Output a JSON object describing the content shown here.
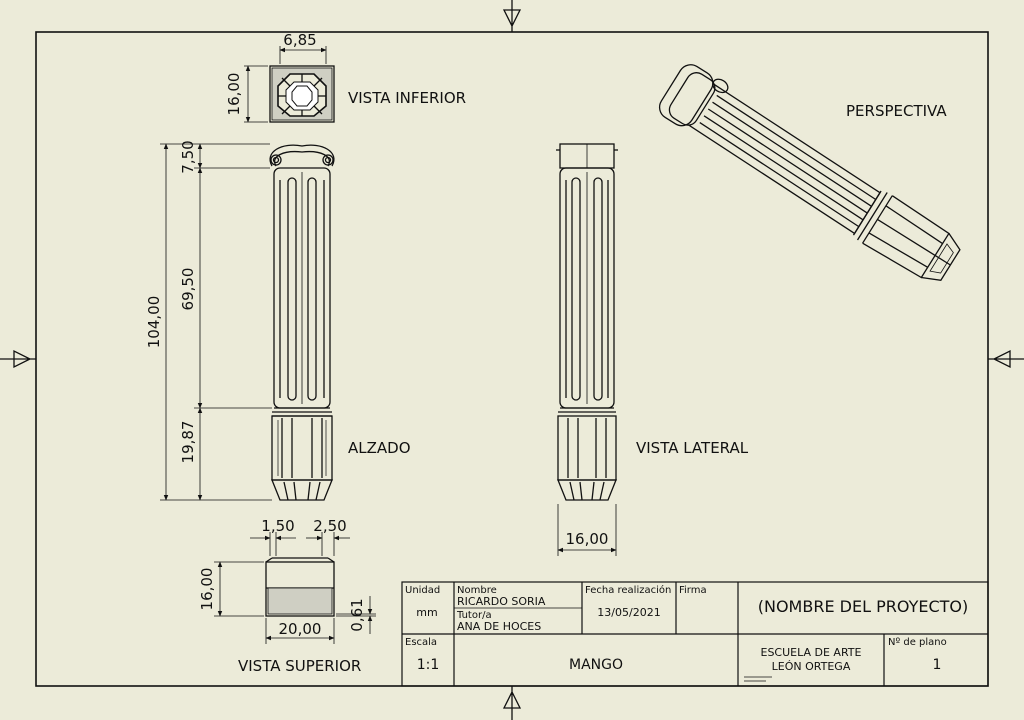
{
  "views": {
    "inferior": "VISTA INFERIOR",
    "alzado": "ALZADO",
    "lateral": "VISTA LATERAL",
    "perspectiva": "PERSPECTIVA",
    "superior": "VISTA SUPERIOR"
  },
  "dimensions": {
    "inferior_width": "6,85",
    "inferior_height": "16,00",
    "alzado_total": "104,00",
    "alzado_top": "7,50",
    "alzado_mid": "69,50",
    "alzado_bottom": "19,87",
    "lateral_width": "16,00",
    "superior_left": "1,50",
    "superior_right": "2,50",
    "superior_height": "16,00",
    "superior_width": "20,00",
    "superior_small": "0,61"
  },
  "title_block": {
    "unidad_label": "Unidad",
    "unidad_value": "mm",
    "nombre_label": "Nombre",
    "nombre_value": "RICARDO SORIA",
    "tutor_label": "Tutor/a",
    "tutor_value": "ANA DE HOCES",
    "fecha_label": "Fecha realización",
    "fecha_value": "13/05/2021",
    "firma_label": "Firma",
    "proyecto": "(NOMBRE DEL PROYECTO)",
    "escala_label": "Escala",
    "escala_value": "1:1",
    "pieza": "MANGO",
    "escuela_line1": "ESCUELA DE ARTE",
    "escuela_line2": "LEÓN ORTEGA",
    "plano_label": "Nº de plano",
    "plano_value": "1"
  },
  "colors": {
    "background": "#ecebd9",
    "line": "#111111"
  }
}
